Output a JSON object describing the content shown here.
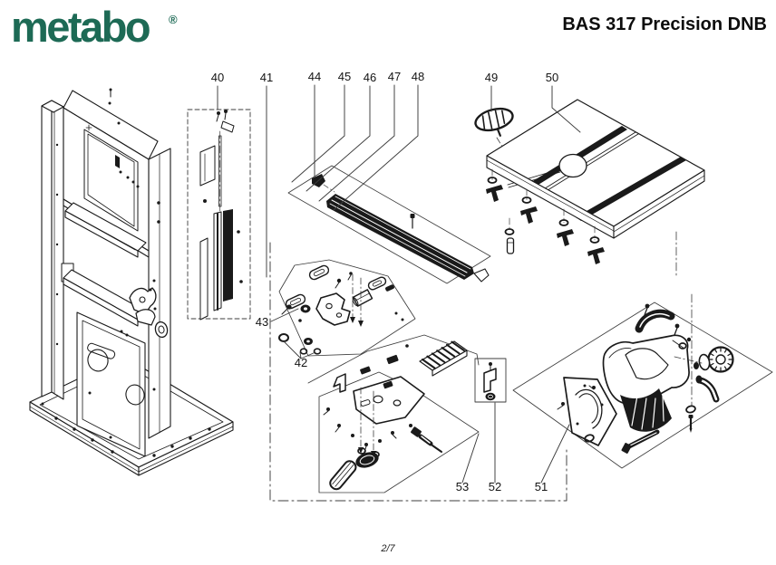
{
  "header": {
    "logo_text": "metabo",
    "registered_mark": "®",
    "title": "BAS 317 Precision DNB"
  },
  "footer": {
    "page_number": "2/7"
  },
  "colors": {
    "logo_green": "#1D6A55",
    "ink": "#1A1A1A",
    "leader_gray": "#3C3C3C"
  },
  "diagram": {
    "part_labels": [
      {
        "number": "40"
      },
      {
        "number": "41"
      },
      {
        "number": "44"
      },
      {
        "number": "45"
      },
      {
        "number": "46"
      },
      {
        "number": "47"
      },
      {
        "number": "48"
      },
      {
        "number": "49"
      },
      {
        "number": "50"
      },
      {
        "number": "43"
      },
      {
        "number": "42"
      },
      {
        "number": "53"
      },
      {
        "number": "52"
      },
      {
        "number": "51"
      }
    ]
  }
}
